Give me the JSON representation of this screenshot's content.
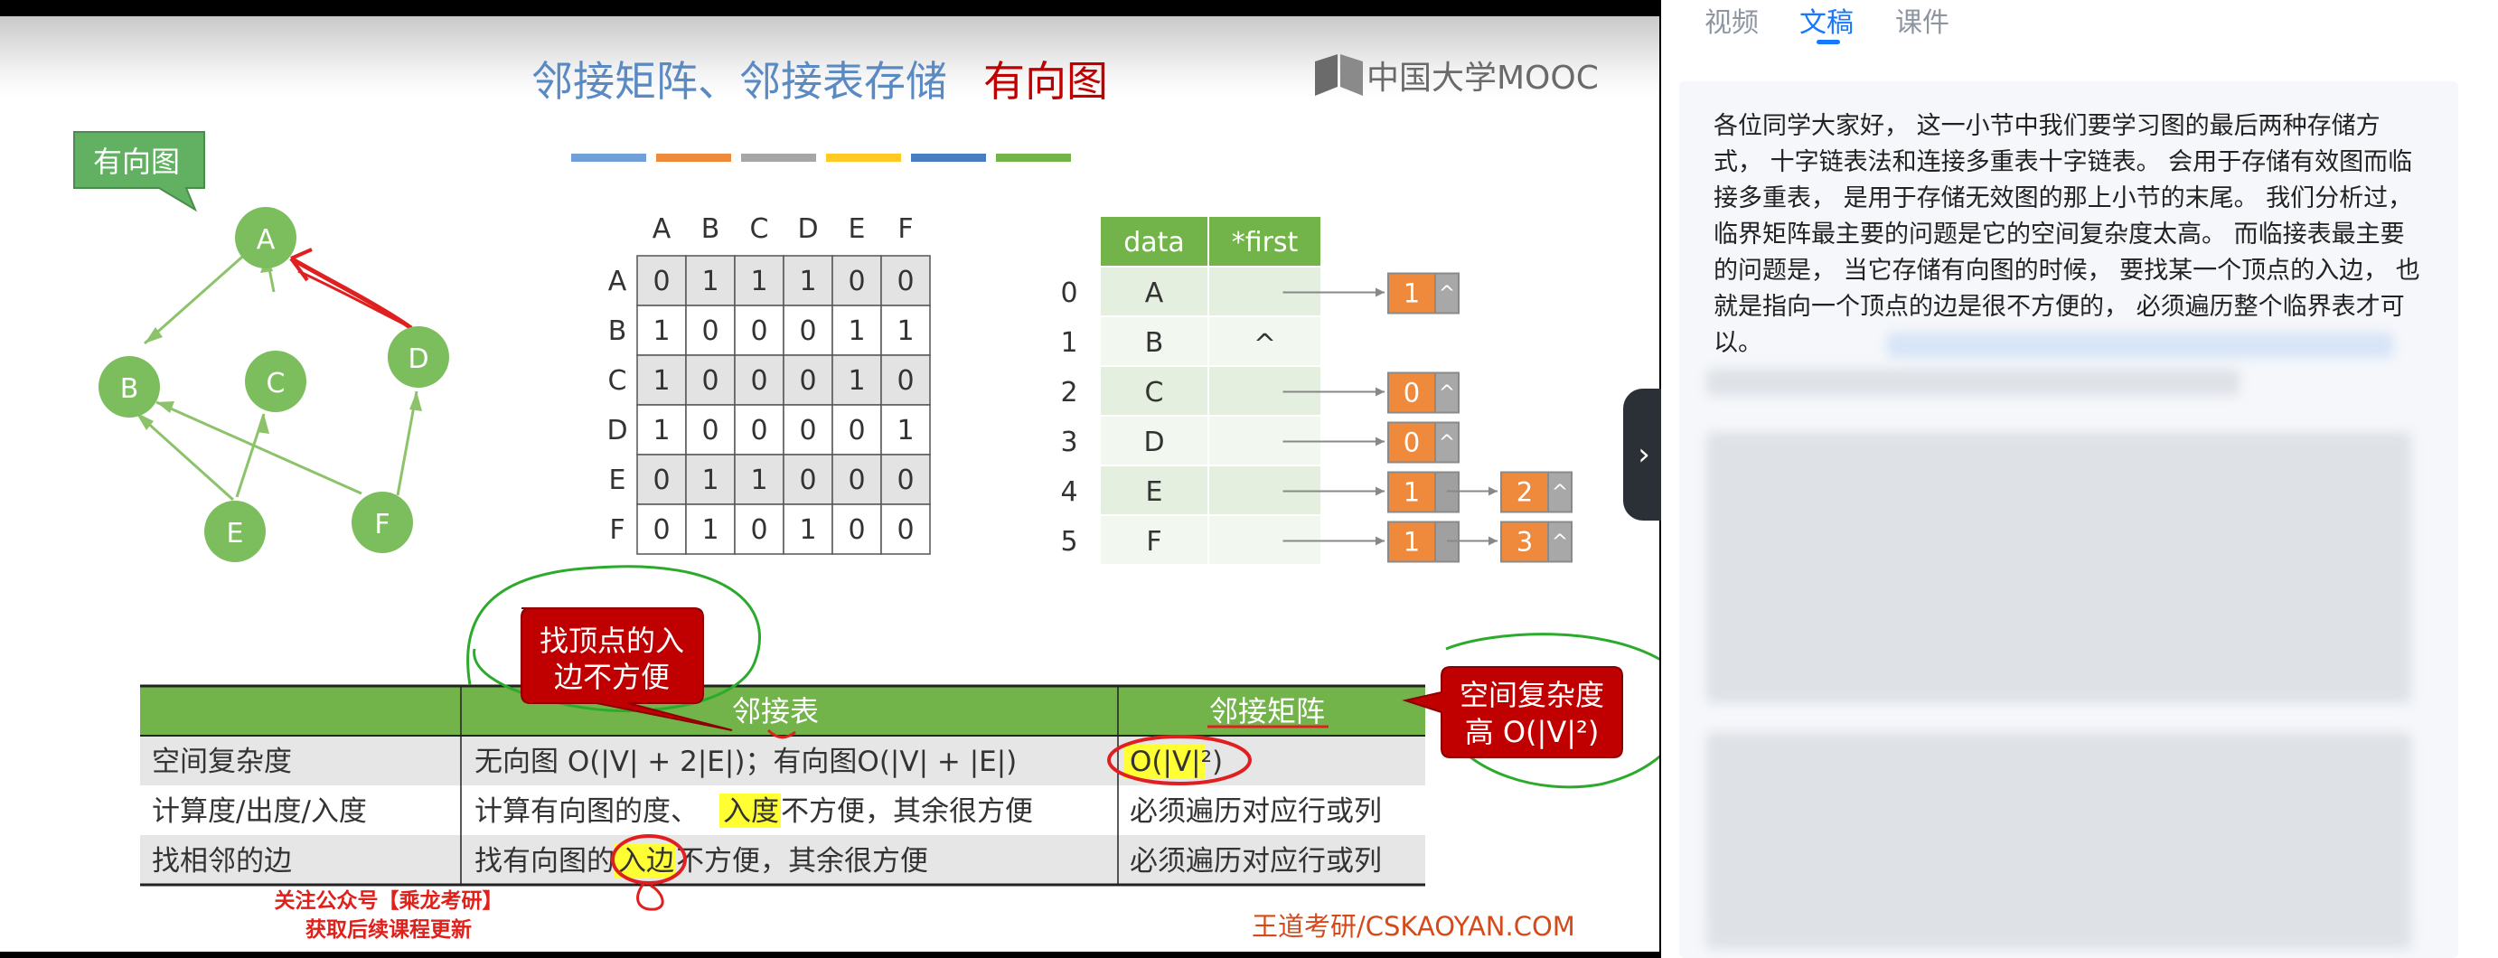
{
  "slide": {
    "title_part1": "邻接矩阵、邻接表存储",
    "title_part2": "有向图",
    "logo_text": "中国大学MOOC",
    "callout_graph": "有向图",
    "color_bar": [
      "#6fa0d8",
      "#ef8a3d",
      "#a6a6a6",
      "#ffc926",
      "#4a7cc0",
      "#72b34a"
    ],
    "graph_nodes": [
      "A",
      "B",
      "C",
      "D",
      "E",
      "F"
    ],
    "matrix": {
      "col_headers": [
        "A",
        "B",
        "C",
        "D",
        "E",
        "F"
      ],
      "row_headers": [
        "A",
        "B",
        "C",
        "D",
        "E",
        "F"
      ],
      "rows": [
        [
          "0",
          "1",
          "1",
          "1",
          "0",
          "0"
        ],
        [
          "1",
          "0",
          "0",
          "0",
          "1",
          "1"
        ],
        [
          "1",
          "0",
          "0",
          "0",
          "1",
          "0"
        ],
        [
          "1",
          "0",
          "0",
          "0",
          "0",
          "1"
        ],
        [
          "0",
          "1",
          "1",
          "0",
          "0",
          "0"
        ],
        [
          "0",
          "1",
          "0",
          "1",
          "0",
          "0"
        ]
      ]
    },
    "adjlist": {
      "header_data": "data",
      "header_first": "*first",
      "indices": [
        "0",
        "1",
        "2",
        "3",
        "4",
        "5"
      ],
      "vertices": [
        "A",
        "B",
        "C",
        "D",
        "E",
        "F"
      ],
      "null_mark": "^",
      "chains": [
        [
          "1"
        ],
        [],
        [
          "0"
        ],
        [
          "0"
        ],
        [
          "1",
          "2"
        ],
        [
          "1",
          "3"
        ]
      ]
    },
    "table": {
      "col2": "邻接表",
      "col3": "邻接矩阵",
      "rows": [
        {
          "label": "空间复杂度",
          "list": "无向图 O(|V| + 2|E|)；有向图O(|V| + |E|)",
          "matrix": "O(|V|²)"
        },
        {
          "label": "计算度/出度/入度",
          "list_pre": "计算有向图的度、",
          "list_hl": "入度",
          "list_post": "不方便，其余很方便",
          "matrix": "必须遍历对应行或列"
        },
        {
          "label": "找相邻的边",
          "list_pre": "找有向图的",
          "list_hl": "入边",
          "list_post": "不方便，其余很方便",
          "matrix": "必须遍历对应行或列"
        }
      ]
    },
    "callout_list_line1": "找顶点的入",
    "callout_list_line2": "边不方便",
    "callout_matrix_line1": "空间复杂度",
    "callout_matrix_line2": "高 O(|V|²)",
    "promo_line1": "关注公众号【乘龙考研】",
    "promo_line2": "获取后续课程更新",
    "watermark": "王道考研/CSKAOYAN.COM"
  },
  "sidebar": {
    "tabs": [
      "视频",
      "文稿",
      "课件"
    ],
    "active_tab": "文稿",
    "transcript": "各位同学大家好， 这一小节中我们要学习图的最后两种存储方式， 十字链表法和连接多重表十字链表。 会用于存储有效图而临接多重表， 是用于存储无效图的那上小节的末尾。 我们分析过， 临界矩阵最主要的问题是它的空间复杂度太高。 而临接表最主要的问题是， 当它存储有向图的时候， 要找某一个顶点的入边， 也就是指向一个顶点的边是很不方便的， 必须遍历整个临界表才可以。",
    "accent_color": "#1677ff"
  },
  "collapse_icon": "chevron-right-icon"
}
